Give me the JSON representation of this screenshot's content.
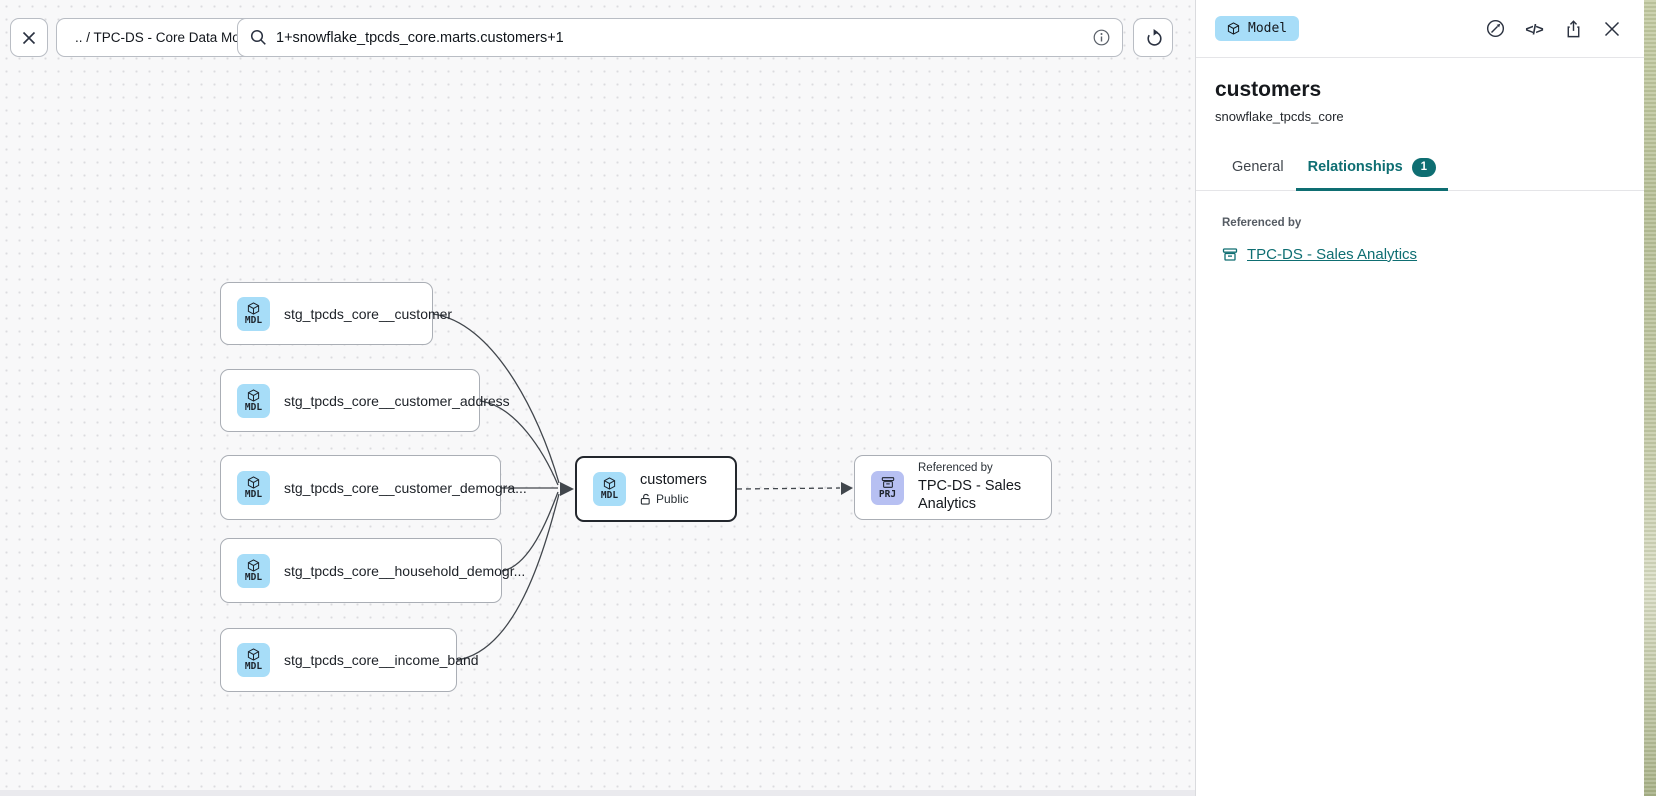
{
  "toolbar": {
    "breadcrumb": ".. / TPC-DS - Core Data Models",
    "search_value": "1+snowflake_tpcds_core.marts.customers+1"
  },
  "panel": {
    "type_badge": "Model",
    "title": "customers",
    "subtitle": "snowflake_tpcds_core",
    "tabs": {
      "general": "General",
      "relationships": "Relationships",
      "relationships_count": "1"
    },
    "referenced_by_heading": "Referenced by",
    "referenced_by_link": "TPC-DS - Sales Analytics",
    "code_glyph": "</>"
  },
  "canvas": {
    "nodes": [
      {
        "type": "MDL",
        "label": "stg_tpcds_core__customer"
      },
      {
        "type": "MDL",
        "label": "stg_tpcds_core__customer_address"
      },
      {
        "type": "MDL",
        "label": "stg_tpcds_core__customer_demogra..."
      },
      {
        "type": "MDL",
        "label": "stg_tpcds_core__household_demogr..."
      },
      {
        "type": "MDL",
        "label": "stg_tpcds_core__income_band"
      },
      {
        "type": "MDL",
        "label": "customers",
        "sublabel": "Public"
      },
      {
        "type": "PRJ",
        "label": "TPC-DS - Sales Analytics",
        "sublabel": "Referenced by"
      }
    ]
  },
  "colors": {
    "accent_teal": "#0e6e72",
    "model_chip_blue": "#a7ddf8",
    "project_chip_purple": "#b7c0f2",
    "edge": "#41464c"
  }
}
